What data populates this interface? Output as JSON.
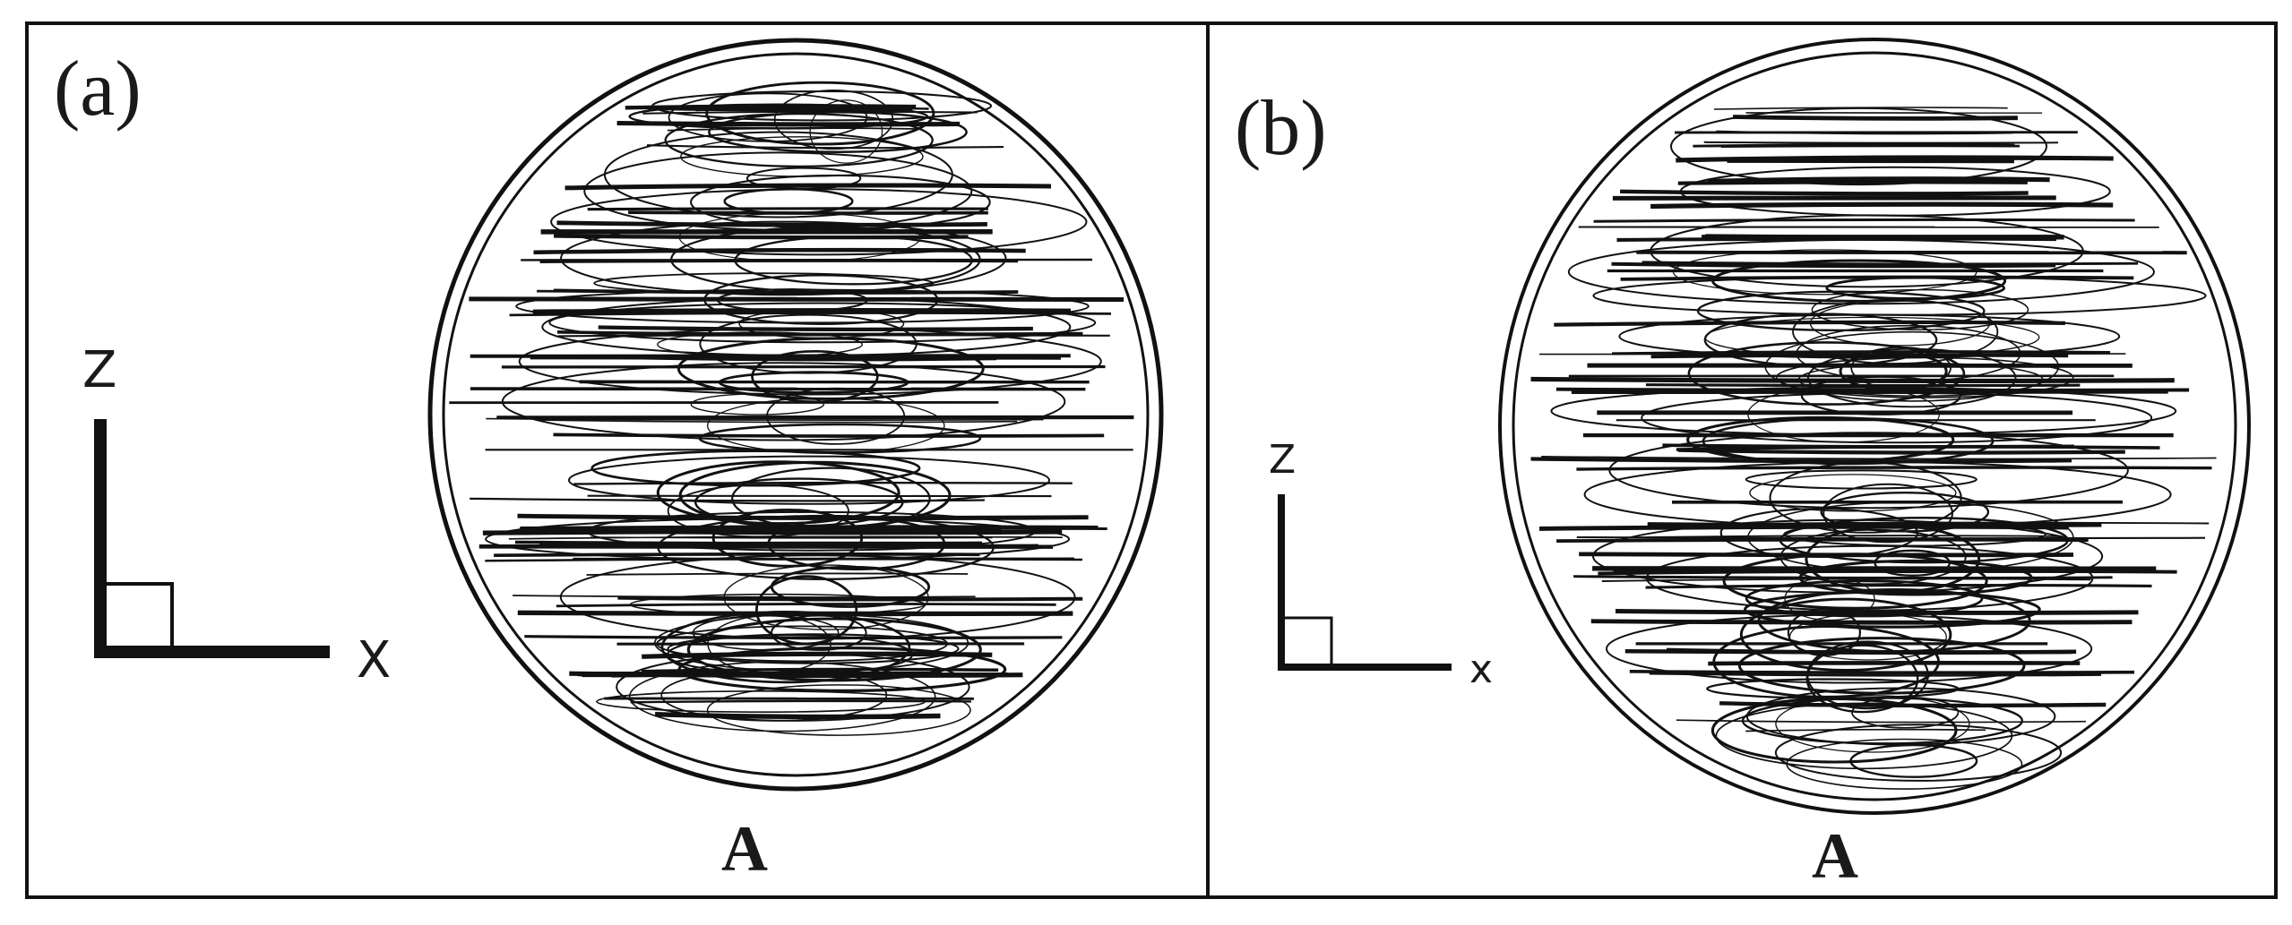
{
  "panels": [
    {
      "id": "a",
      "tag": "(a)",
      "caption": "A",
      "axis_vertical": "Z",
      "axis_horizontal": "X"
    },
    {
      "id": "b",
      "tag": "(b)",
      "caption": "A",
      "axis_vertical": "Z",
      "axis_horizontal": "x"
    }
  ],
  "colors": {
    "stroke": "#111111",
    "background": "#ffffff"
  }
}
